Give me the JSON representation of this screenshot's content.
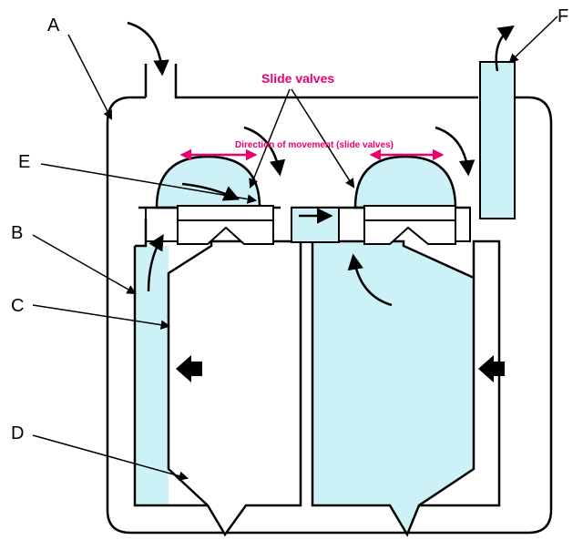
{
  "diagram": {
    "labels": {
      "a": "A",
      "b": "B",
      "c": "C",
      "d": "D",
      "e": "E",
      "f": "F"
    },
    "annotation_title": "Slide valves",
    "annotation_subtitle": "Direction of movement (slide valves)",
    "colors": {
      "fill": "#ccf2f8",
      "outline": "#000000",
      "annotation": "#e8006e"
    }
  }
}
